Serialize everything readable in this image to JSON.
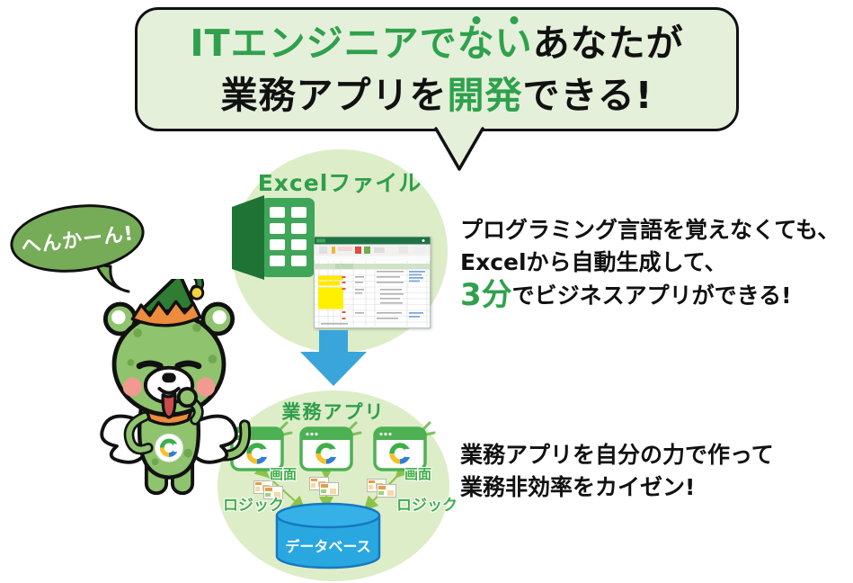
{
  "header_bubble": {
    "line1_green": "ITエンジニアで",
    "line1_emph1": "な",
    "line1_emph2": "い",
    "line1_black": "あなたが",
    "line2_black1": "業務アプリを",
    "line2_green": "開発",
    "line2_black2": "できる!"
  },
  "mascot": {
    "speech_text": "へんかーん!"
  },
  "flow": {
    "excel_label": "Excelファイル",
    "app_label": "業務アプリ",
    "screen_label_1": "画面",
    "screen_label_2": "画面",
    "logic_label_1": "ロジック",
    "logic_label_2": "ロジック",
    "database_label": "データベース"
  },
  "benefits": {
    "block1_line1": "プログラミング言語を覚えなくても、",
    "block1_line2": "Excelから自動生成して、",
    "block1_highlight": "3分",
    "block1_line3": "でビジネスアプリができる!",
    "block2_line1": "業務アプリを自分の力で作って",
    "block2_line2": "業務非効率をカイゼン!"
  },
  "icons": {
    "excel_logo": "excel-file-logo",
    "spreadsheet": "excel-spreadsheet-screenshot",
    "down_arrow": "thick-blue-down-arrow",
    "app_window": "browser-window-with-c-logo",
    "sparkle": "sparkle-lines",
    "flow_thumbnail": "mini-flowchart-screenshot",
    "database": "blue-cylinder",
    "mascot": "green-bear-elf-with-angel-wings"
  },
  "colors": {
    "bubble_bg": "#e4f0da",
    "outline_black": "#111111",
    "brand_green": "#2fa14c",
    "circle_bg": "#ddedc8",
    "arrow_blue": "#3aa5da",
    "window_green": "#4db153",
    "connector_green": "#8bc34a",
    "database_blue": "#29a7e0",
    "database_stroke": "#1778c0",
    "mascot_bubble_green": "#76ab57",
    "excel_dark_green": "#1e7335",
    "excel_sheet_green": "#3fa558",
    "logo_green": "#3fae49",
    "logo_yellow": "#f6c026",
    "logo_blue": "#2f7ed8"
  }
}
